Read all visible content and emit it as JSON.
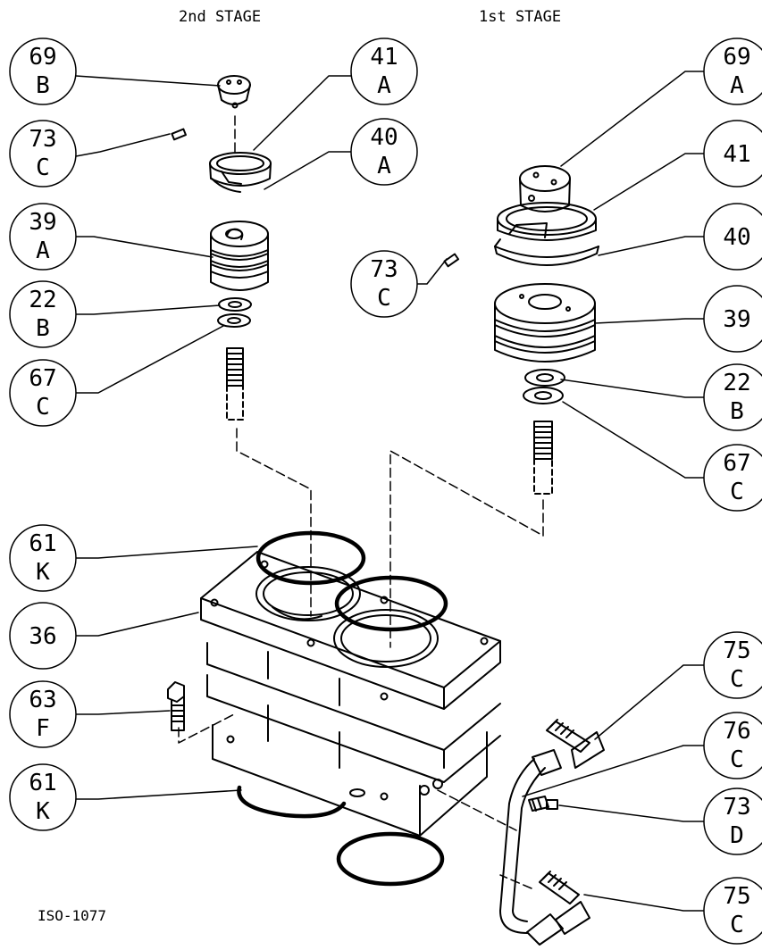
{
  "headers": {
    "left": "2nd STAGE",
    "right": "1st STAGE"
  },
  "drawing_number": "ISO-1077",
  "balloons": [
    {
      "id": "b-69b",
      "num": "69",
      "letter": "B"
    },
    {
      "id": "b-73c-left",
      "num": "73",
      "letter": "C"
    },
    {
      "id": "b-41a",
      "num": "41",
      "letter": "A"
    },
    {
      "id": "b-40a",
      "num": "40",
      "letter": "A"
    },
    {
      "id": "b-39a",
      "num": "39",
      "letter": "A"
    },
    {
      "id": "b-22b-left",
      "num": "22",
      "letter": "B"
    },
    {
      "id": "b-67c-left",
      "num": "67",
      "letter": "C"
    },
    {
      "id": "b-69a",
      "num": "69",
      "letter": "A"
    },
    {
      "id": "b-41",
      "num": "41",
      "letter": ""
    },
    {
      "id": "b-40",
      "num": "40",
      "letter": ""
    },
    {
      "id": "b-73c-mid",
      "num": "73",
      "letter": "C"
    },
    {
      "id": "b-39",
      "num": "39",
      "letter": ""
    },
    {
      "id": "b-22b-right",
      "num": "22",
      "letter": "B"
    },
    {
      "id": "b-67c-right",
      "num": "67",
      "letter": "C"
    },
    {
      "id": "b-61k-top",
      "num": "61",
      "letter": "K"
    },
    {
      "id": "b-36",
      "num": "36",
      "letter": ""
    },
    {
      "id": "b-63f",
      "num": "63",
      "letter": "F"
    },
    {
      "id": "b-61k-bottom",
      "num": "61",
      "letter": "K"
    },
    {
      "id": "b-75c-top",
      "num": "75",
      "letter": "C"
    },
    {
      "id": "b-76c",
      "num": "76",
      "letter": "C"
    },
    {
      "id": "b-73d",
      "num": "73",
      "letter": "D"
    },
    {
      "id": "b-75c-bottom",
      "num": "75",
      "letter": "C"
    }
  ]
}
